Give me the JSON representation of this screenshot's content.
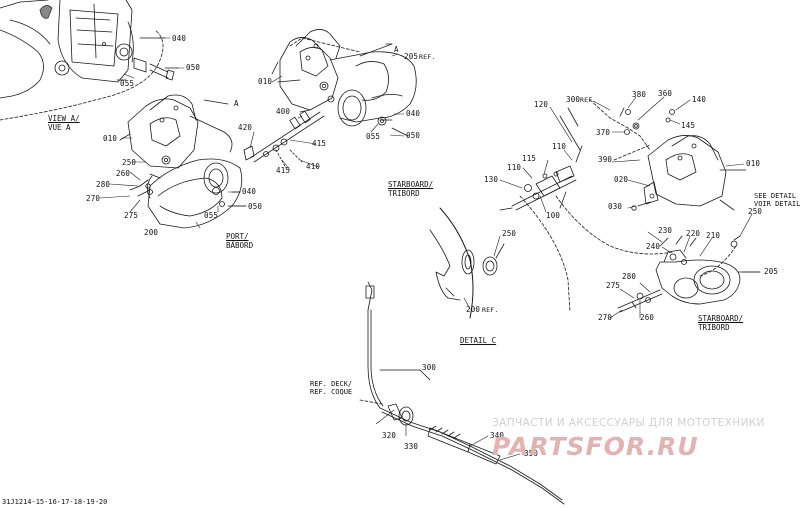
{
  "labels": {
    "p040a": "040",
    "p050a": "050",
    "p055a": "055",
    "p205a": "205",
    "p205a_ref": "REF.",
    "p010a": "010",
    "p040b": "040",
    "p050b": "050",
    "p055b": "055",
    "p400": "400",
    "p420": "420",
    "p415a": "415",
    "p415b": "415",
    "p410": "410",
    "p010b": "010",
    "p250a": "250",
    "p260a": "260",
    "p280a": "280",
    "p270a": "270",
    "p275a": "275",
    "p200a": "200",
    "p040c": "040",
    "p050c": "050",
    "p055c": "055",
    "p120": "120",
    "p300ref": "300",
    "p300ref_ref": "REF.",
    "p380": "380",
    "p360": "360",
    "p140": "140",
    "p145": "145",
    "p370": "370",
    "p110a": "110",
    "p390": "390",
    "p010c": "010",
    "p115": "115",
    "p110b": "110",
    "p130": "130",
    "p100": "100",
    "p020": "020",
    "p030": "030",
    "p250b": "250",
    "p230": "230",
    "p240": "240",
    "p220": "220",
    "p210": "210",
    "p205b": "205",
    "p280b": "280",
    "p275b": "275",
    "p270b": "270",
    "p260b": "260",
    "p250c": "250",
    "p200b": "200",
    "p200b_ref": "REF.",
    "p300": "300",
    "p320": "320",
    "p330": "330",
    "p340": "340",
    "p350": "350",
    "pA1": "A",
    "pA2": "A"
  },
  "notes": {
    "view_a_en": "VIEW A/",
    "view_a_fr": "VUE A",
    "starboard1_en": "STARBOARD/",
    "starboard1_fr": "TRIBORD",
    "port_en": "PORT/",
    "port_fr": "BÂBORD",
    "detail_c": "DETAIL C",
    "see_detail_en": "SEE DETAIL C/",
    "see_detail_fr": "VOIR DETAIL C",
    "starboard2_en": "STARBOARD/",
    "starboard2_fr": "TRIBORD",
    "ref_deck_en": "REF. DECK/",
    "ref_deck_fr": "REF. COQUE"
  },
  "watermark": {
    "top": "ЗАПЧАСТИ И АКСЕССУАРЫ ДЛЯ МОТОТЕХНИКИ",
    "brand": "PARTSFOR.RU"
  },
  "doc_id": "31J1214-15-16-17-18-19-20",
  "colors": {
    "line": "#1a1a1a",
    "watermark_text": "#d0d0d0",
    "watermark_brand": "#e3b3b3"
  }
}
